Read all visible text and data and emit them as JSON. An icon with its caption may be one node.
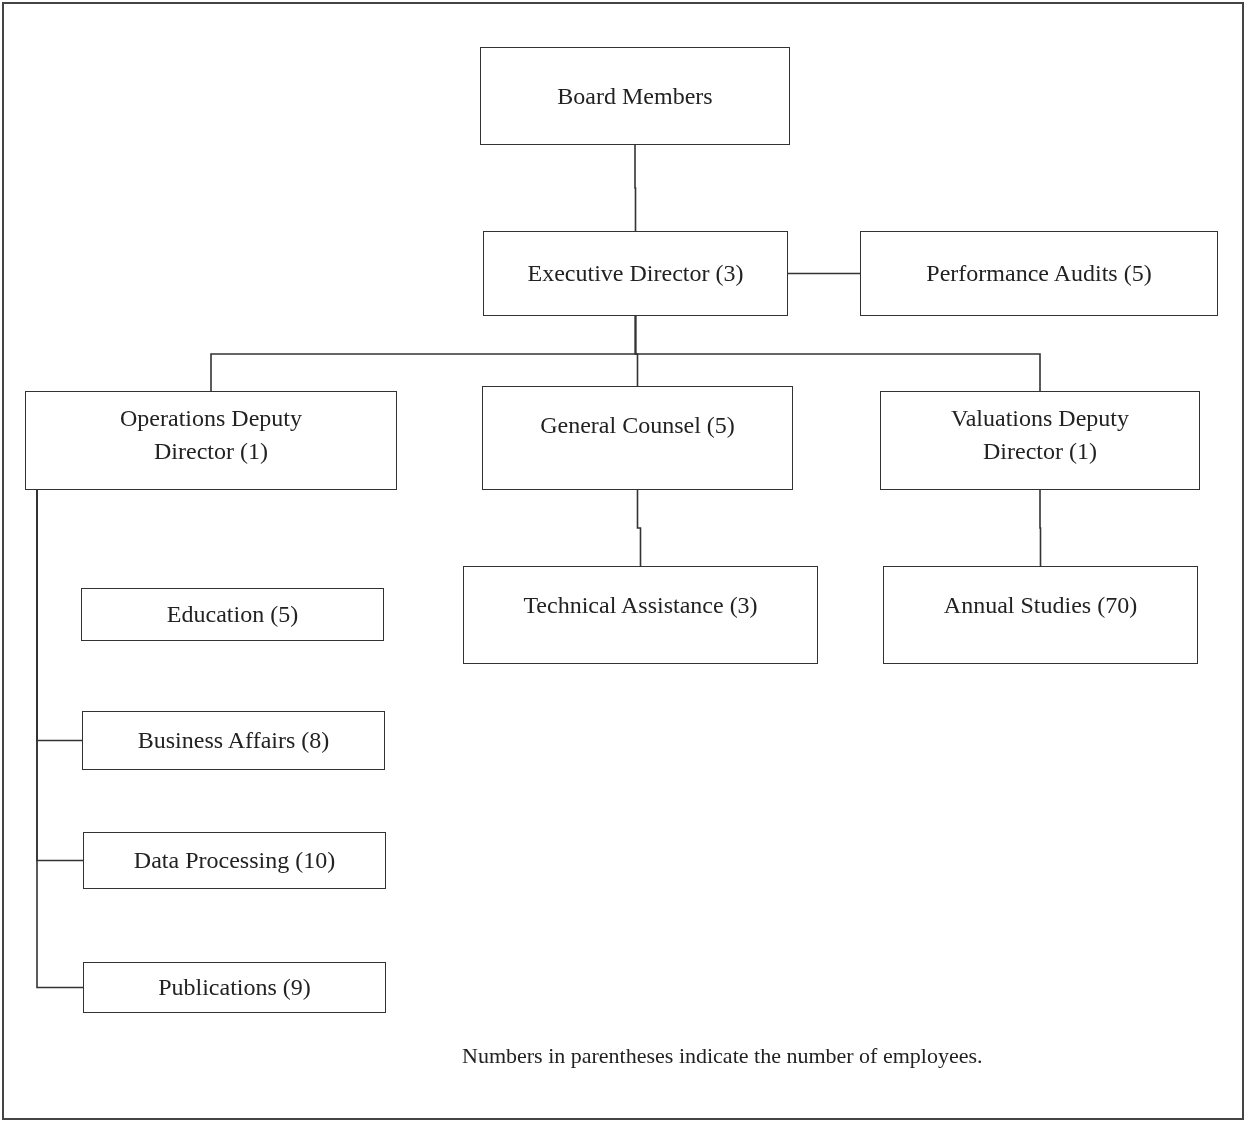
{
  "diagram": {
    "nodes": [
      {
        "text": [
          "Board Members"
        ]
      },
      {
        "text": [
          "Executive Director (3)"
        ]
      },
      {
        "text": [
          "Performance Audits (5)"
        ]
      },
      {
        "text": [
          "Operations Deputy Director (1)"
        ]
      },
      {
        "text": [
          "General Counsel (5)"
        ]
      },
      {
        "text": [
          "Valuations Deputy Director (1)"
        ]
      },
      {
        "text": [
          "Education (5)"
        ]
      },
      {
        "text": [
          "Technical Assistance (3)"
        ]
      },
      {
        "text": [
          "Annual Studies (70)"
        ]
      },
      {
        "text": [
          "Business Affairs (8)"
        ]
      },
      {
        "text": [
          "Data Processing (10)"
        ]
      },
      {
        "text": [
          "Publications (9)"
        ]
      }
    ],
    "edges": [
      {
        "from": 0,
        "to": 1,
        "arrow": "none"
      },
      {
        "from": 1,
        "to": 2,
        "arrow": "none"
      },
      {
        "from": 1,
        "to": 3,
        "arrow": "none"
      },
      {
        "from": 1,
        "to": 4,
        "arrow": "none"
      },
      {
        "from": 1,
        "to": 5,
        "arrow": "none"
      },
      {
        "from": 4,
        "to": 7,
        "arrow": "none"
      },
      {
        "from": 5,
        "to": 8,
        "arrow": "none"
      },
      {
        "from": 3,
        "to": 9,
        "arrow": "none"
      },
      {
        "from": 3,
        "to": 10,
        "arrow": "none"
      },
      {
        "from": 3,
        "to": 11,
        "arrow": "none"
      }
    ],
    "labels": [
      "Numbers in parentheses indicate the number of employees."
    ]
  }
}
